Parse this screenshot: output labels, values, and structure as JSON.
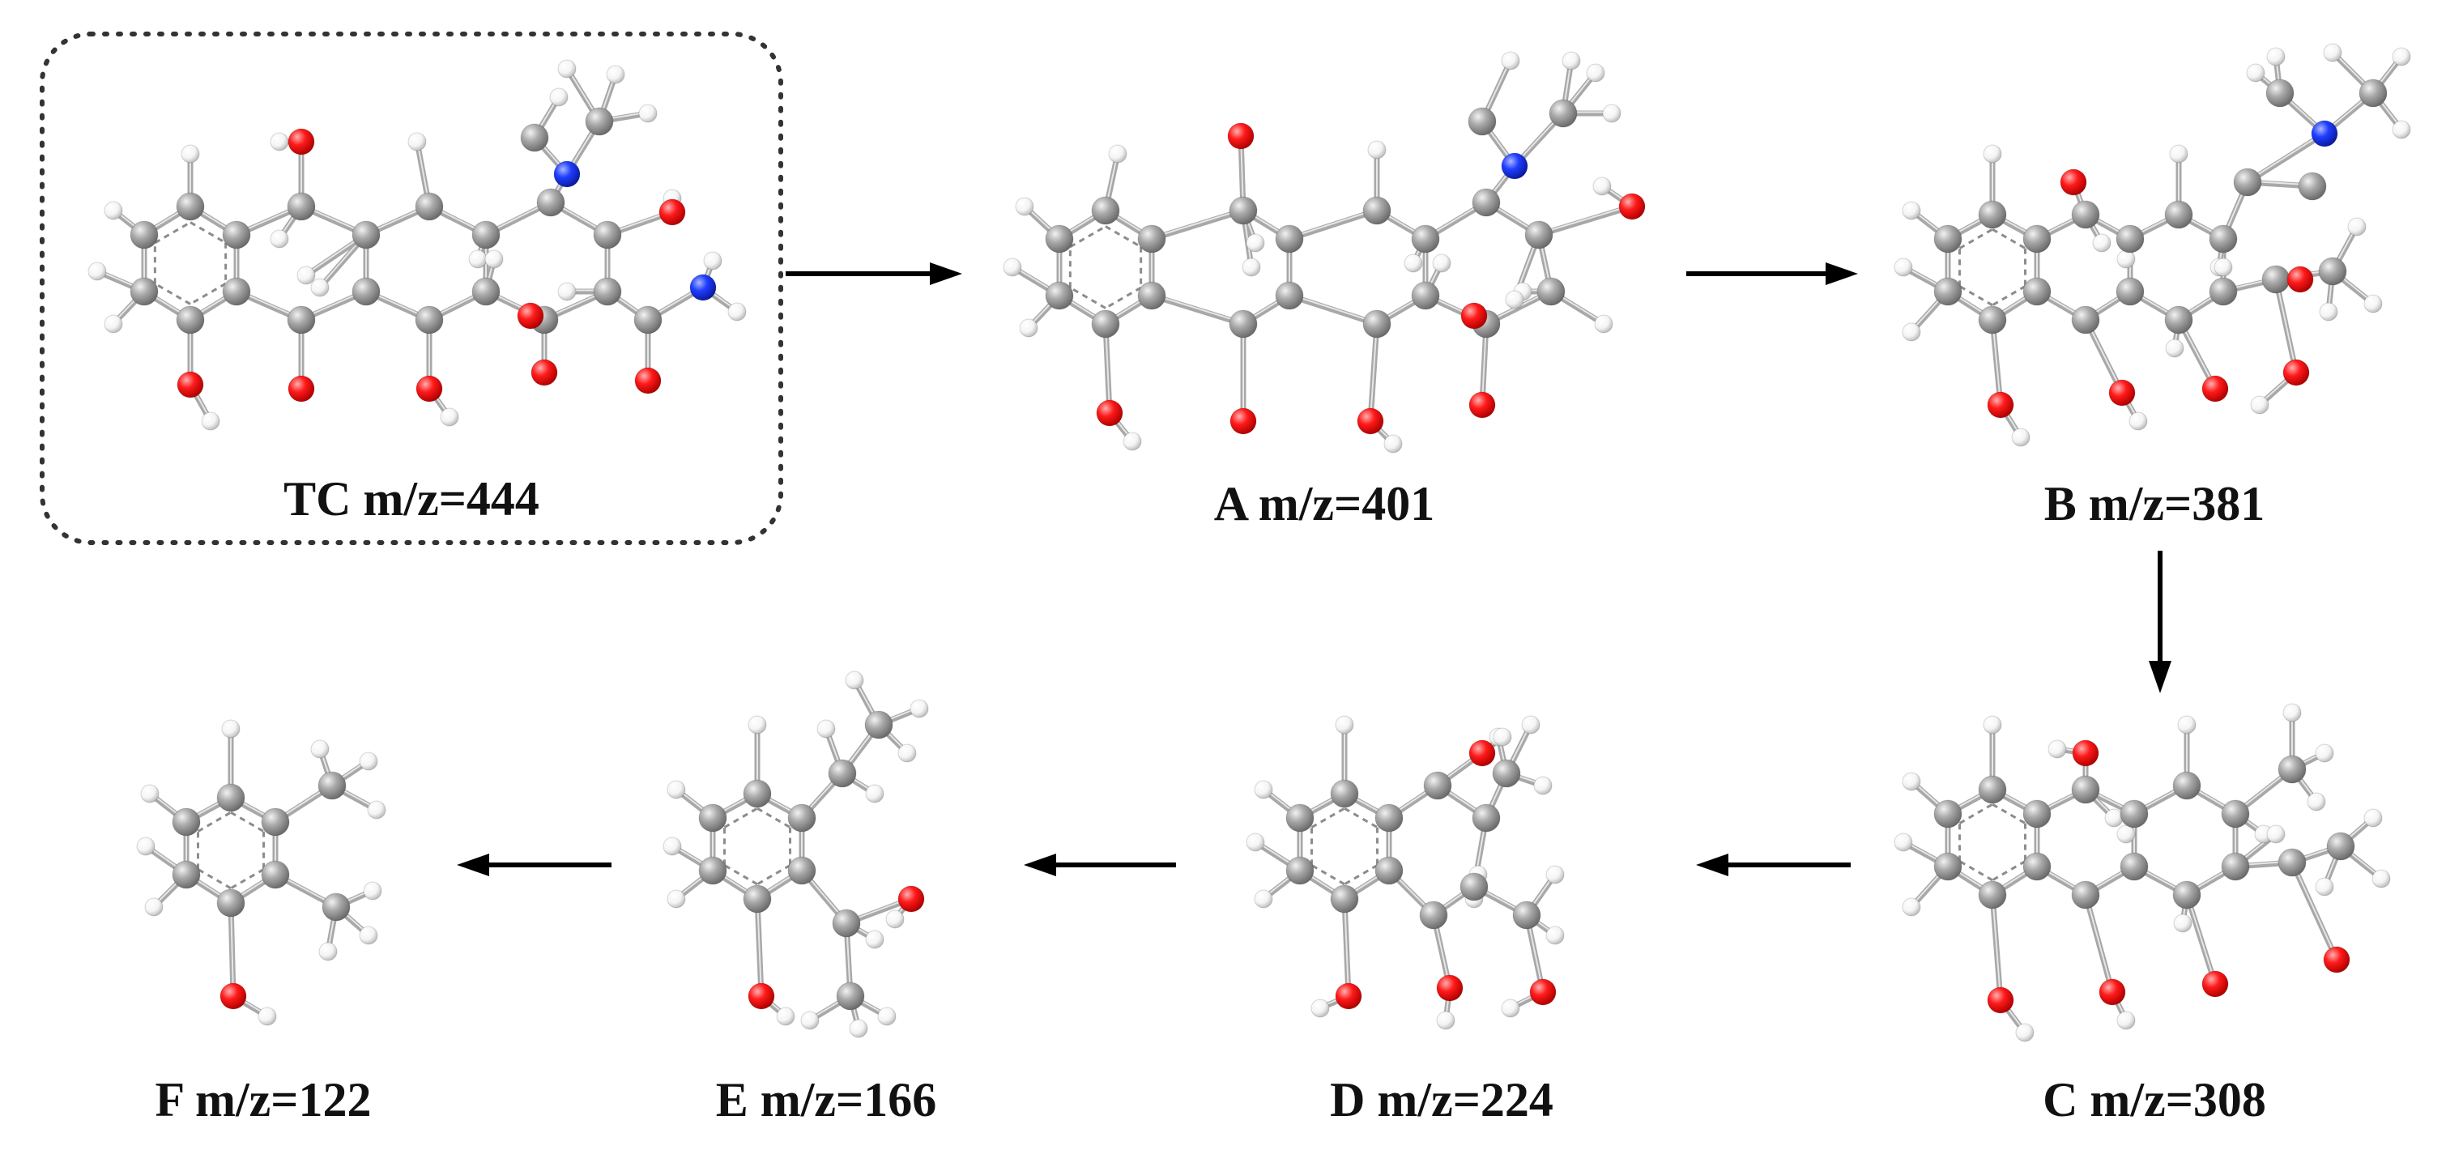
{
  "colors": {
    "carbon": "#9a9a9a",
    "carbon_highlight": "#dadada",
    "oxygen": "#ff1a1a",
    "nitrogen": "#1f3dff",
    "hydrogen": "#ffffff",
    "bond": "#a8a8a8",
    "arrow": "#000000",
    "frame": "#333333"
  },
  "compounds": [
    {
      "id": "TC",
      "label": "TC  m/z=444",
      "highlighted": true
    },
    {
      "id": "A",
      "label": "A  m/z=401",
      "highlighted": false
    },
    {
      "id": "B",
      "label": "B  m/z=381",
      "highlighted": false
    },
    {
      "id": "C",
      "label": "C  m/z=308",
      "highlighted": false
    },
    {
      "id": "D",
      "label": "D  m/z=224",
      "highlighted": false
    },
    {
      "id": "E",
      "label": "E  m/z=166",
      "highlighted": false
    },
    {
      "id": "F",
      "label": "F  m/z=122",
      "highlighted": false
    }
  ],
  "pathway": [
    {
      "from": "TC",
      "to": "A"
    },
    {
      "from": "A",
      "to": "B"
    },
    {
      "from": "B",
      "to": "C"
    },
    {
      "from": "C",
      "to": "D"
    },
    {
      "from": "D",
      "to": "E"
    },
    {
      "from": "E",
      "to": "F"
    }
  ]
}
